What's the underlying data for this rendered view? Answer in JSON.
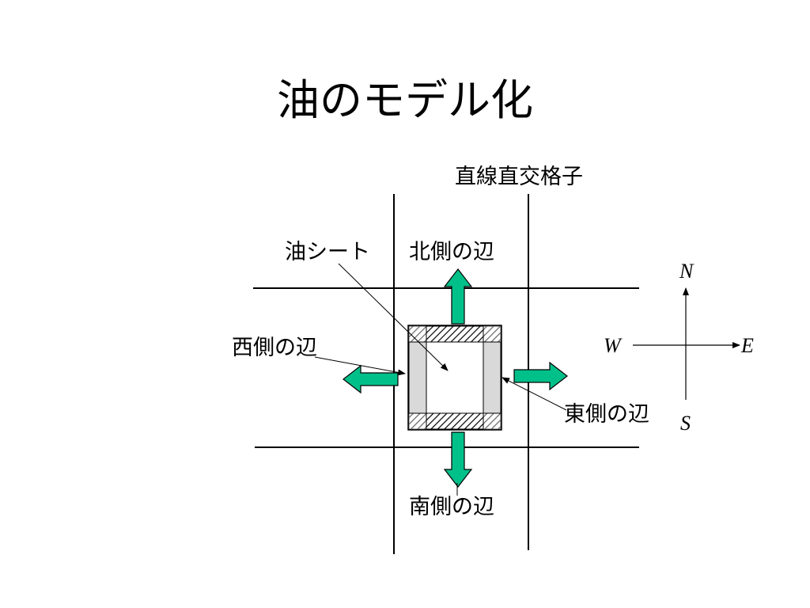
{
  "slide": {
    "title": "油のモデル化"
  },
  "labels": {
    "grid": "直線直交格子",
    "oil_sheet": "油シート",
    "north_edge": "北側の辺",
    "west_edge": "西側の辺",
    "east_edge": "東側の辺",
    "south_edge": "南側の辺"
  },
  "compass": {
    "n": "N",
    "s": "S",
    "e": "E",
    "w": "W"
  },
  "colors": {
    "arrow_fill": "#00c08a",
    "edge_band_fill": "#d9d9d9",
    "line": "#000000"
  }
}
